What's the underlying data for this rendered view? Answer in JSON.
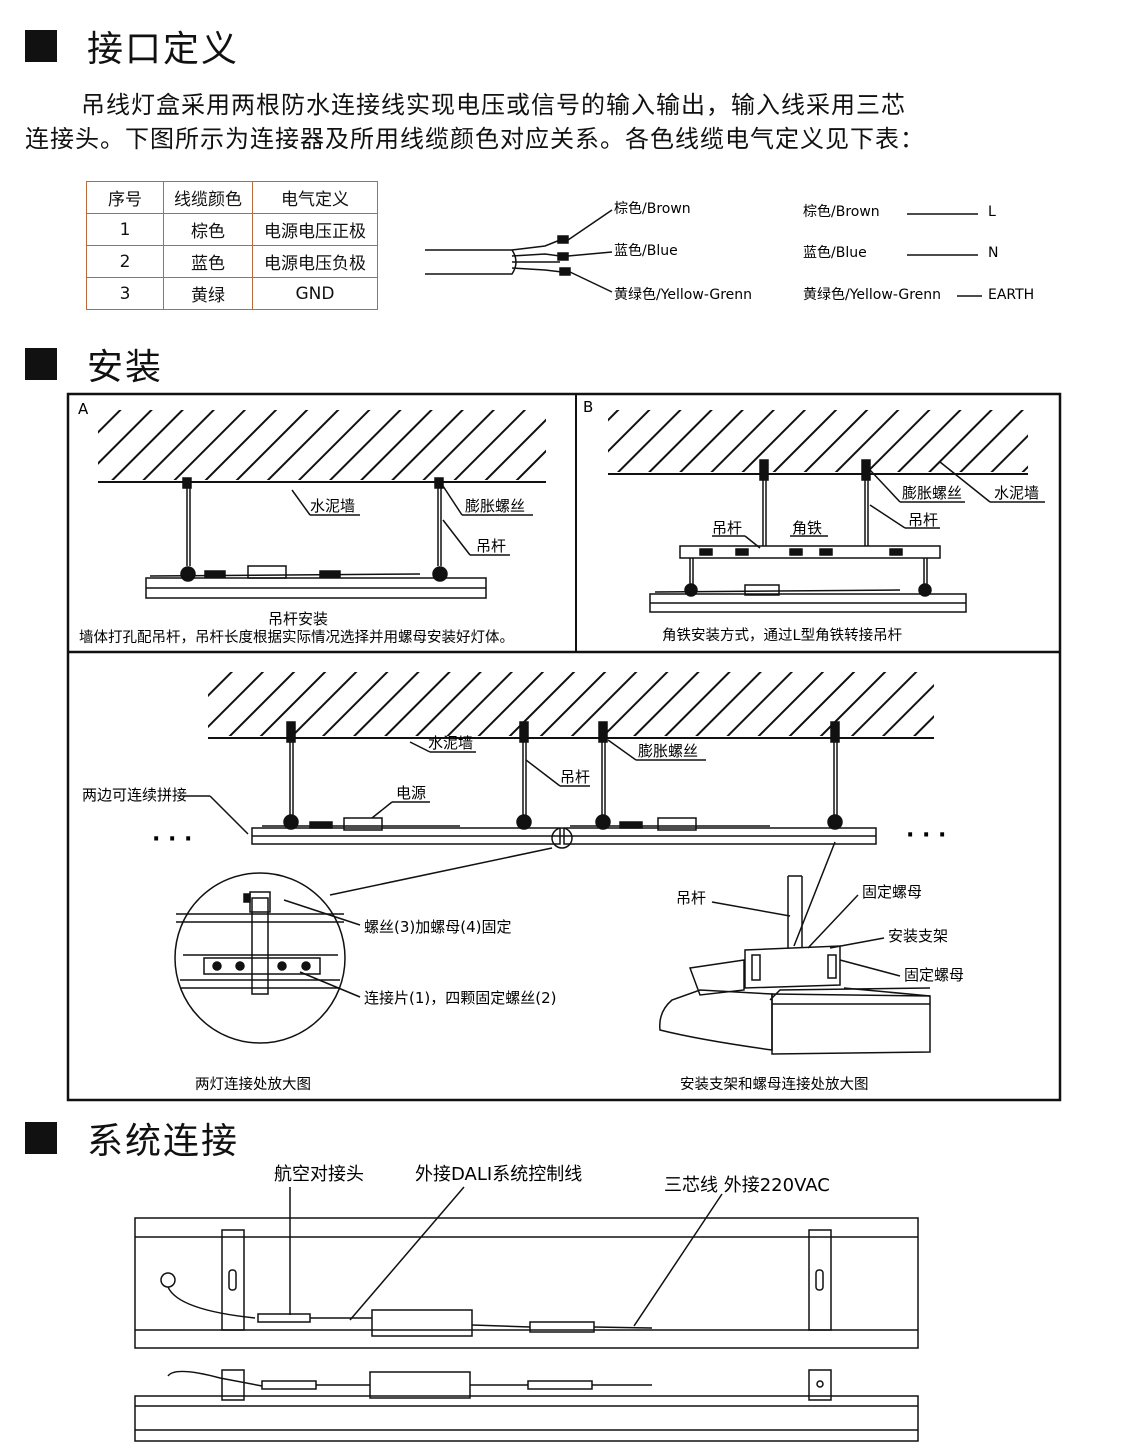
{
  "sections": {
    "interface": "接口定义",
    "install": "安装",
    "system": "系统连接"
  },
  "intro": {
    "line1": "吊线灯盒采用两根防水连接线实现电压或信号的输入输出，输入线采用三芯",
    "line2": "连接头。下图所示为连接器及所用线缆颜色对应关系。各色线缆电气定义见下表："
  },
  "wire_table": {
    "headers": [
      "序号",
      "线缆颜色",
      "电气定义"
    ],
    "rows": [
      [
        "1",
        "棕色",
        "电源电压正极"
      ],
      [
        "2",
        "蓝色",
        "电源电压负极"
      ],
      [
        "3",
        "黄绿",
        "GND"
      ]
    ]
  },
  "connector": {
    "left_labels": [
      "棕色/Brown",
      "蓝色/Blue",
      "黄绿色/Yellow-Grenn"
    ],
    "right_labels": [
      "棕色/Brown",
      "蓝色/Blue",
      "黄绿色/Yellow-Grenn"
    ],
    "right_defs": [
      "L",
      "N",
      "EARTH"
    ]
  },
  "panel_a": {
    "letter": "A",
    "wall": "水泥墙",
    "screw": "膨胀螺丝",
    "rod": "吊杆",
    "caption1": "吊杆安装",
    "caption2": "墙体打孔配吊杆，吊杆长度根据实际情况选择并用螺母安装好灯体。"
  },
  "panel_b": {
    "letter": "B",
    "screw": "膨胀螺丝",
    "wall": "水泥墙",
    "rod": "吊杆",
    "rod2": "吊杆",
    "angle": "角铁",
    "caption": "角铁安装方式，通过L型角铁转接吊杆"
  },
  "panel_c": {
    "wall": "水泥墙",
    "screw": "膨胀螺丝",
    "rod": "吊杆",
    "power": "电源",
    "splice": "两边可连续拼接",
    "dots_left": "· · ·",
    "dots_right": "· · ·",
    "screw_nut": "螺丝(3)加螺母(4)固定",
    "plate": "连接片(1)，四颗固定螺丝(2)",
    "detail_rod": "吊杆",
    "fix_nut1": "固定螺母",
    "bracket": "安装支架",
    "fix_nut2": "固定螺母",
    "caption_left": "两灯连接处放大图",
    "caption_right": "安装支架和螺母连接处放大图"
  },
  "system": {
    "aviation": "航空对接头",
    "dali": "外接DALI系统控制线",
    "three_core": "三芯线 外接220VAC"
  }
}
